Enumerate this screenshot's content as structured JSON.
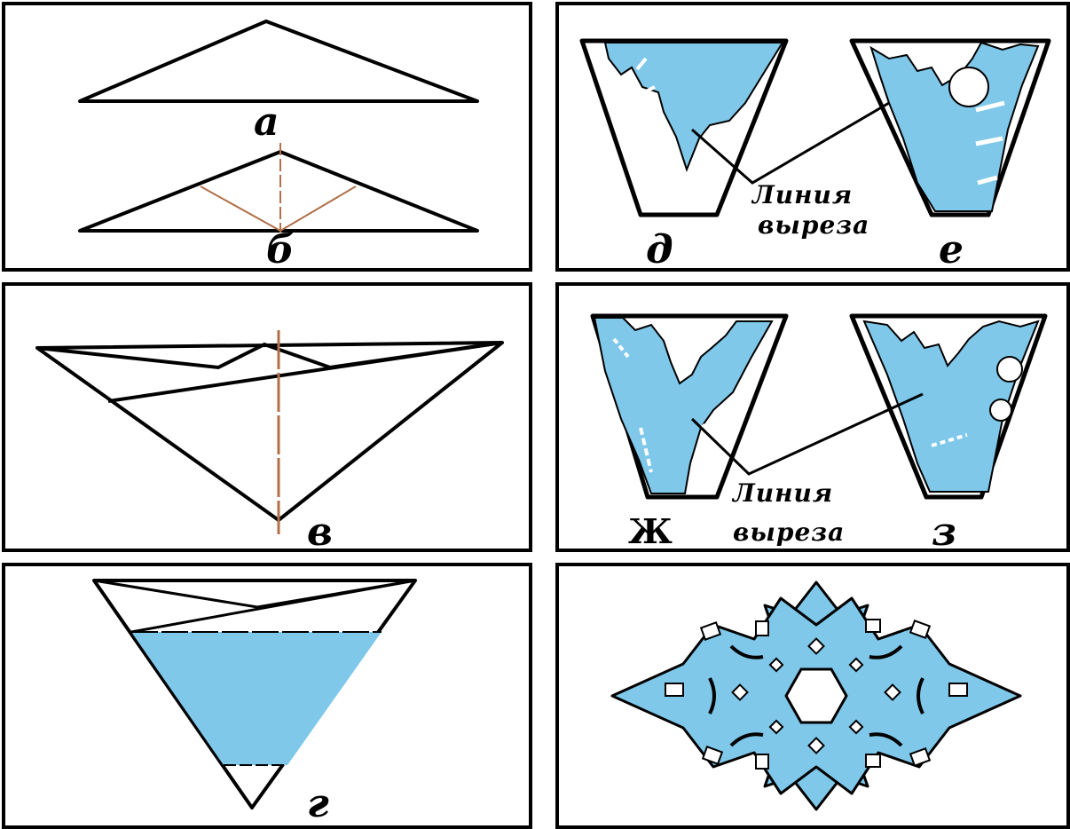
{
  "panels": {
    "a": {
      "label": "а"
    },
    "b": {
      "label": "б"
    },
    "v": {
      "label": "в"
    },
    "g": {
      "label": "г"
    },
    "d": {
      "label": "д"
    },
    "e": {
      "label": "е"
    },
    "zh": {
      "label": "Ж"
    },
    "z": {
      "label": "з"
    }
  },
  "cut_line_caption": {
    "line1": "Линия",
    "line2": "выреза"
  },
  "colors": {
    "fill": "#7fc8ea",
    "fold_line": "#b07048",
    "stroke": "#000000",
    "background": "#ffffff"
  }
}
